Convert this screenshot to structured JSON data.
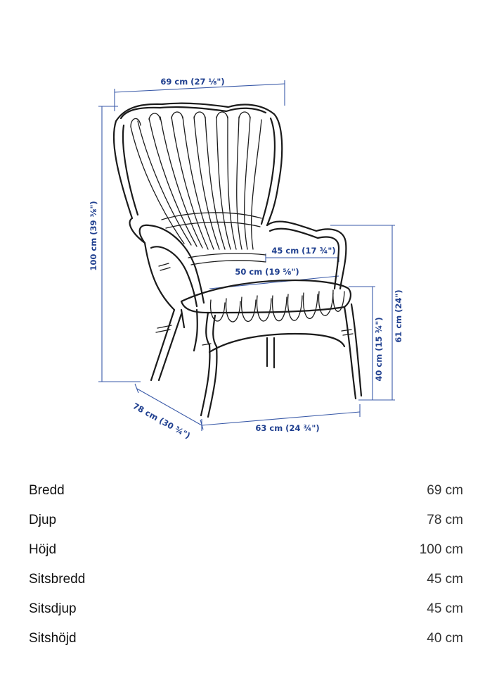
{
  "diagram": {
    "dimensions": {
      "width_label": "69 cm (27 ⅛\")",
      "height_label": "100 cm (39 ⅜\")",
      "seat_width_label": "45 cm (17 ¾\")",
      "seat_depth_label": "50 cm (19 ⅝\")",
      "arm_height_label": "61 cm (24\")",
      "seat_height_label": "40 cm (15 ¾\")",
      "depth_label": "78 cm (30 ¾\")",
      "front_width_label": "63 cm (24 ¾\")"
    },
    "colors": {
      "dimension": "#1f3f8f",
      "line": "#1b1b1b"
    }
  },
  "specs": [
    {
      "label": "Bredd",
      "value": "69 cm"
    },
    {
      "label": "Djup",
      "value": "78 cm"
    },
    {
      "label": "Höjd",
      "value": "100 cm"
    },
    {
      "label": "Sitsbredd",
      "value": "45 cm"
    },
    {
      "label": "Sitsdjup",
      "value": "45 cm"
    },
    {
      "label": "Sitshöjd",
      "value": "40 cm"
    }
  ]
}
